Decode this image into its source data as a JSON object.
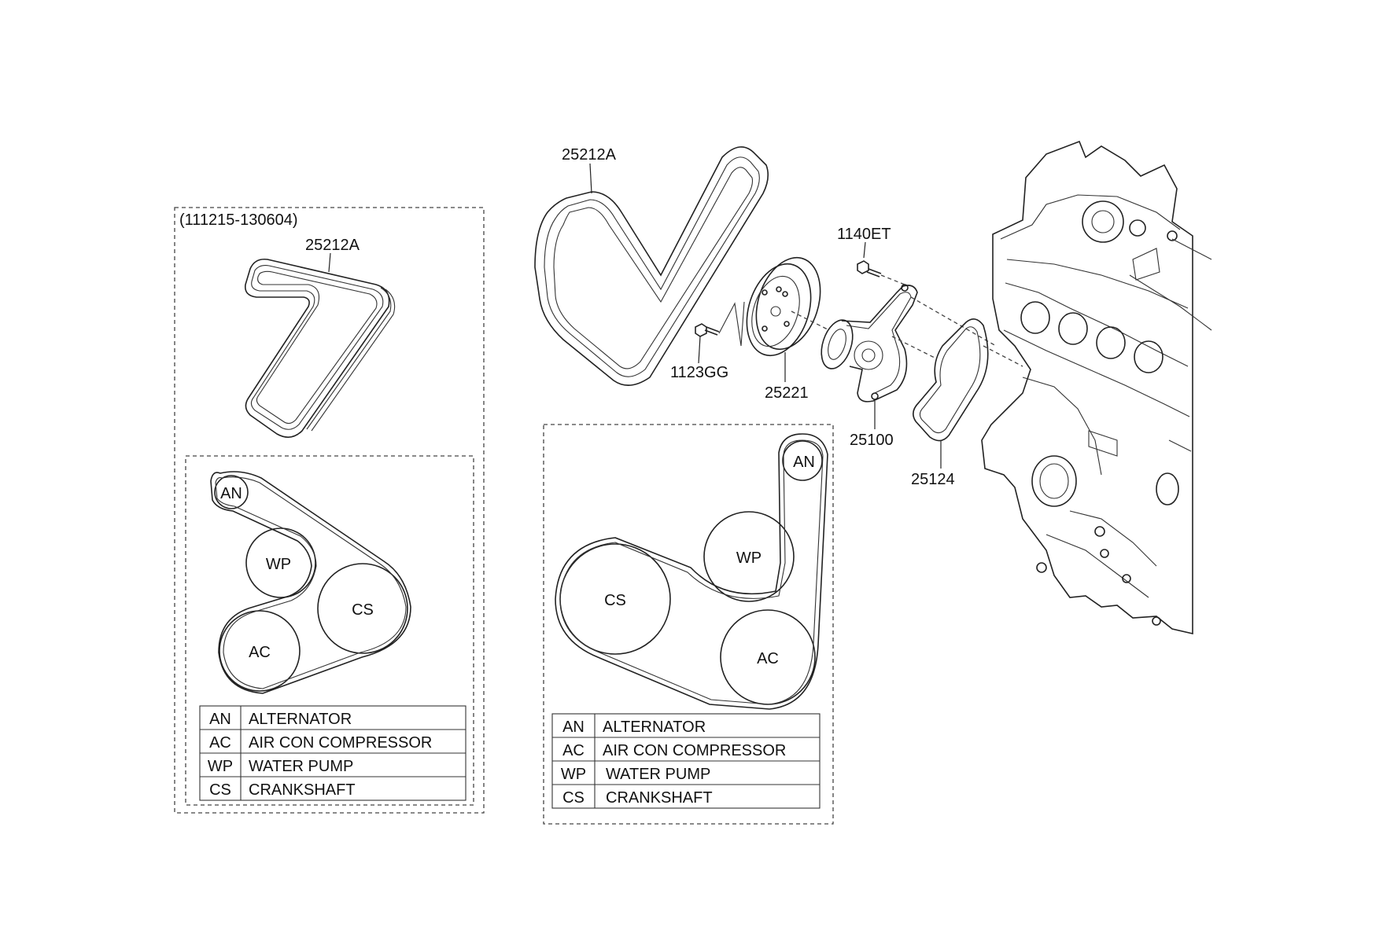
{
  "left_panel": {
    "date_range": "(111215-130604)",
    "belt_label": "25212A",
    "pulleys": {
      "an": "AN",
      "wp": "WP",
      "cs": "CS",
      "ac": "AC"
    },
    "legend": [
      {
        "code": "AN",
        "name": "ALTERNATOR"
      },
      {
        "code": "AC",
        "name": "AIR CON COMPRESSOR"
      },
      {
        "code": "WP",
        "name": "WATER PUMP"
      },
      {
        "code": "CS",
        "name": "CRANKSHAFT"
      }
    ]
  },
  "center_panel": {
    "pulleys": {
      "an": "AN",
      "wp": "WP",
      "cs": "CS",
      "ac": "AC"
    },
    "legend": [
      {
        "code": "AN",
        "name": "ALTERNATOR"
      },
      {
        "code": "AC",
        "name": "AIR CON COMPRESSOR"
      },
      {
        "code": "WP",
        "name": "WATER PUMP"
      },
      {
        "code": "CS",
        "name": "CRANKSHAFT"
      }
    ]
  },
  "part_labels": {
    "belt": "25212A",
    "bolt_1123": "1123GG",
    "pulley": "25221",
    "bolt_1140": "1140ET",
    "water_pump": "25100",
    "gasket": "25124"
  }
}
